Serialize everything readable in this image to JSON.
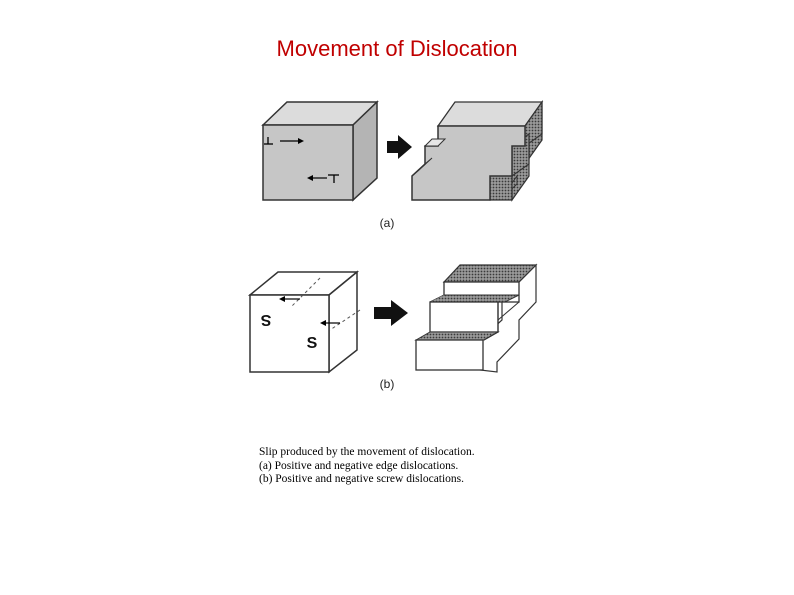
{
  "page": {
    "title": "Movement of Dislocation",
    "title_color": "#c00000"
  },
  "figure": {
    "panel_a_label": "(a)",
    "panel_b_label": "(b)",
    "screw_symbol_top": "S",
    "screw_symbol_bottom": "S"
  },
  "caption": {
    "line1": "Slip produced by the movement of dislocation.",
    "line2": "(a) Positive and negative edge dislocations.",
    "line3": "(b) Positive and negative screw dislocations."
  }
}
